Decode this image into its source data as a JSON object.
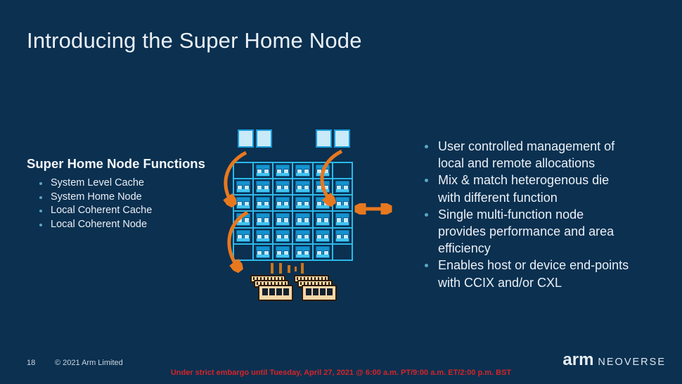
{
  "slide": {
    "title": "Introducing the Super Home Node",
    "left_panel": {
      "heading": "Super Home Node Functions",
      "items": [
        "System Level Cache",
        "System Home Node",
        "Local Coherent Cache",
        "Local Coherent Node"
      ]
    },
    "right_panel": {
      "items": [
        "User controlled management of local and remote allocations",
        "Mix & match heterogenous die with different function",
        "Single multi-function node provides performance and area efficiency",
        "Enables host or device end-points with CCIX and/or CXL"
      ]
    },
    "diagram": {
      "mesh": {
        "rows": 6,
        "cols": 6,
        "empty_cells": [
          [
            0,
            0
          ],
          [
            0,
            5
          ],
          [
            5,
            0
          ],
          [
            5,
            5
          ]
        ]
      },
      "colors": {
        "background": "#0B3050",
        "mesh_line": "#2CB9E9",
        "tile_fill": "#1493CF",
        "tile_core": "#C9EAF8",
        "tile_strip": "#42C4EF",
        "chiplet_fill": "#C9EAF8",
        "chiplet_border": "#1799D6",
        "arrow_orange": "#E8781E",
        "dimm_fill": "#F6D7A8",
        "dimm_outline": "#2E1A05",
        "embargo_red": "#D52427"
      }
    },
    "footer": {
      "page_number": "18",
      "copyright": "© 2021 Arm Limited",
      "embargo_notice": "Under strict embargo until Tuesday, April 27, 2021 @ 6:00 a.m. PT/9:00 a.m. ET/2:00 p.m. BST",
      "logo": {
        "brand": "arm",
        "product": "NEOVERSE"
      }
    }
  }
}
